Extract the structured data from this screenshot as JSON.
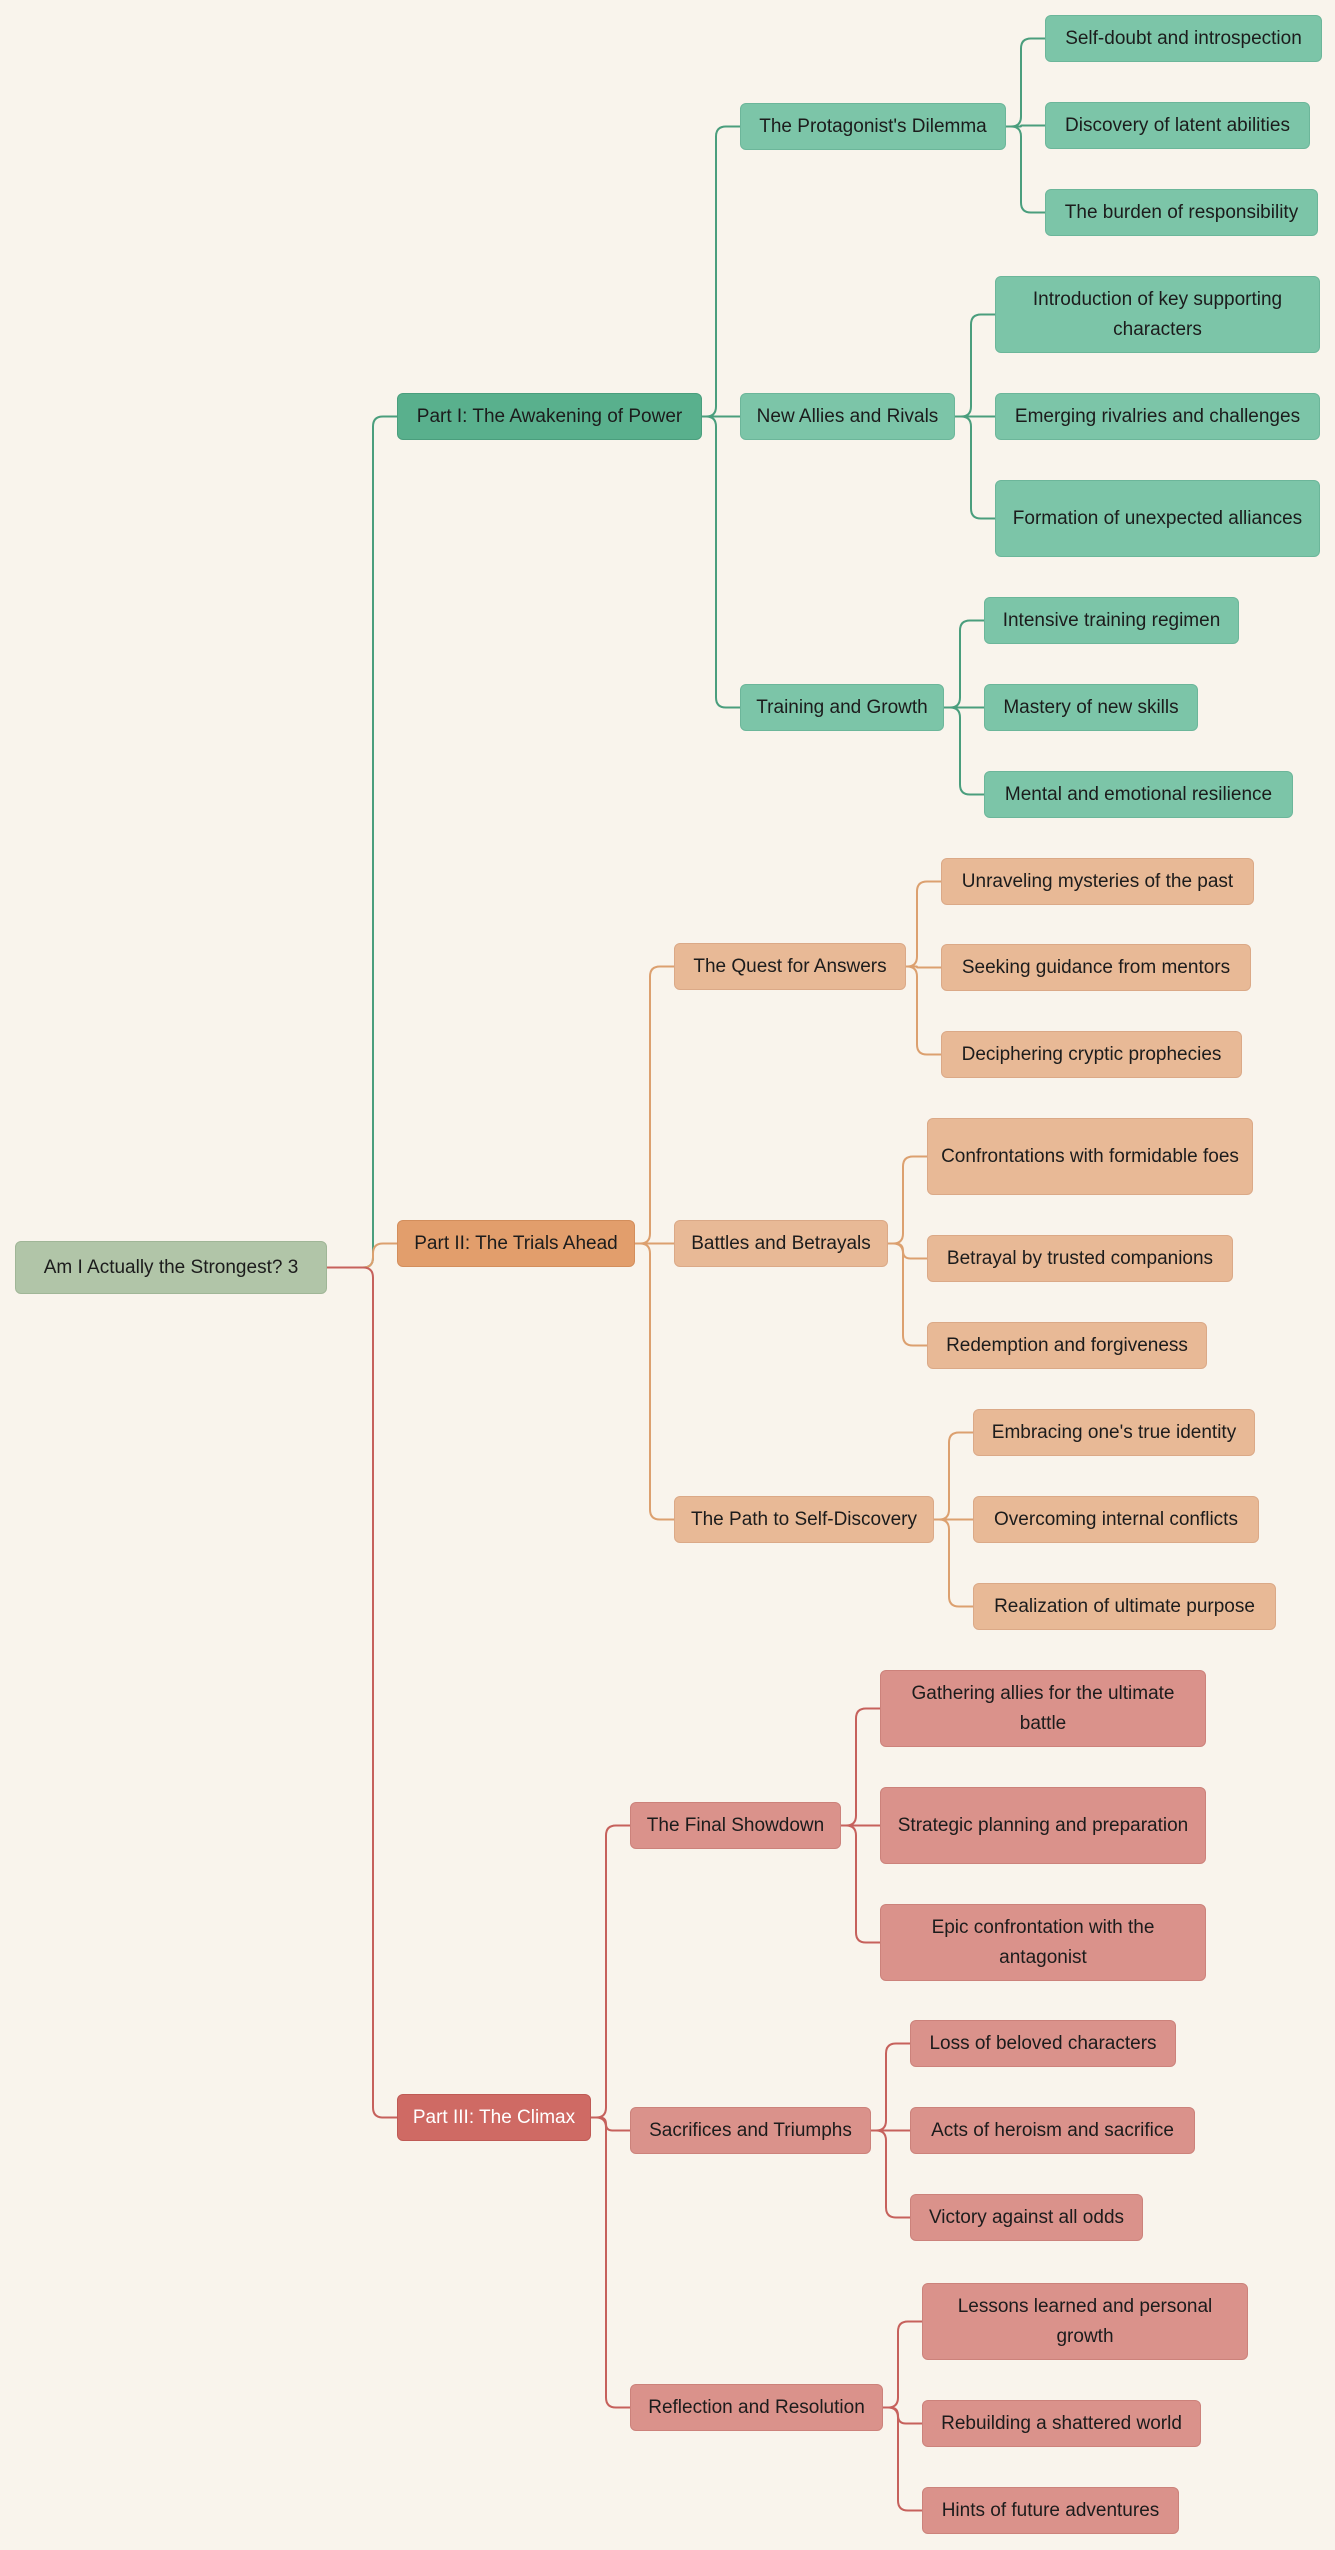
{
  "root": {
    "label": "Am I Actually the Strongest? 3"
  },
  "colors": {
    "background": "#f9f4ec",
    "part1_line": "#4a9e7d",
    "part2_line": "#dca06f",
    "part3_line": "#c6615c"
  },
  "parts": [
    {
      "label": "Part I: The Awakening of Power",
      "sections": [
        {
          "label": "The Protagonist's Dilemma",
          "items": [
            "Self-doubt and introspection",
            "Discovery of latent abilities",
            "The burden of responsibility"
          ]
        },
        {
          "label": "New Allies and Rivals",
          "items": [
            "Introduction of key supporting characters",
            "Emerging rivalries and challenges",
            "Formation of unexpected alliances"
          ]
        },
        {
          "label": "Training and Growth",
          "items": [
            "Intensive training regimen",
            "Mastery of new skills",
            "Mental and emotional resilience"
          ]
        }
      ]
    },
    {
      "label": "Part II: The Trials Ahead",
      "sections": [
        {
          "label": "The Quest for Answers",
          "items": [
            "Unraveling mysteries of the past",
            "Seeking guidance from mentors",
            "Deciphering cryptic prophecies"
          ]
        },
        {
          "label": "Battles and Betrayals",
          "items": [
            "Confrontations with formidable foes",
            "Betrayal by trusted companions",
            "Redemption and forgiveness"
          ]
        },
        {
          "label": "The Path to Self-Discovery",
          "items": [
            "Embracing one's true identity",
            "Overcoming internal conflicts",
            "Realization of ultimate purpose"
          ]
        }
      ]
    },
    {
      "label": "Part III: The Climax",
      "sections": [
        {
          "label": "The Final Showdown",
          "items": [
            "Gathering allies for the ultimate battle",
            "Strategic planning and preparation",
            "Epic confrontation with the antagonist"
          ]
        },
        {
          "label": "Sacrifices and Triumphs",
          "items": [
            "Loss of beloved characters",
            "Acts of heroism and sacrifice",
            "Victory against all odds"
          ]
        },
        {
          "label": "Reflection and Resolution",
          "items": [
            "Lessons learned and personal growth",
            "Rebuilding a shattered world",
            "Hints of future adventures"
          ]
        }
      ]
    }
  ]
}
